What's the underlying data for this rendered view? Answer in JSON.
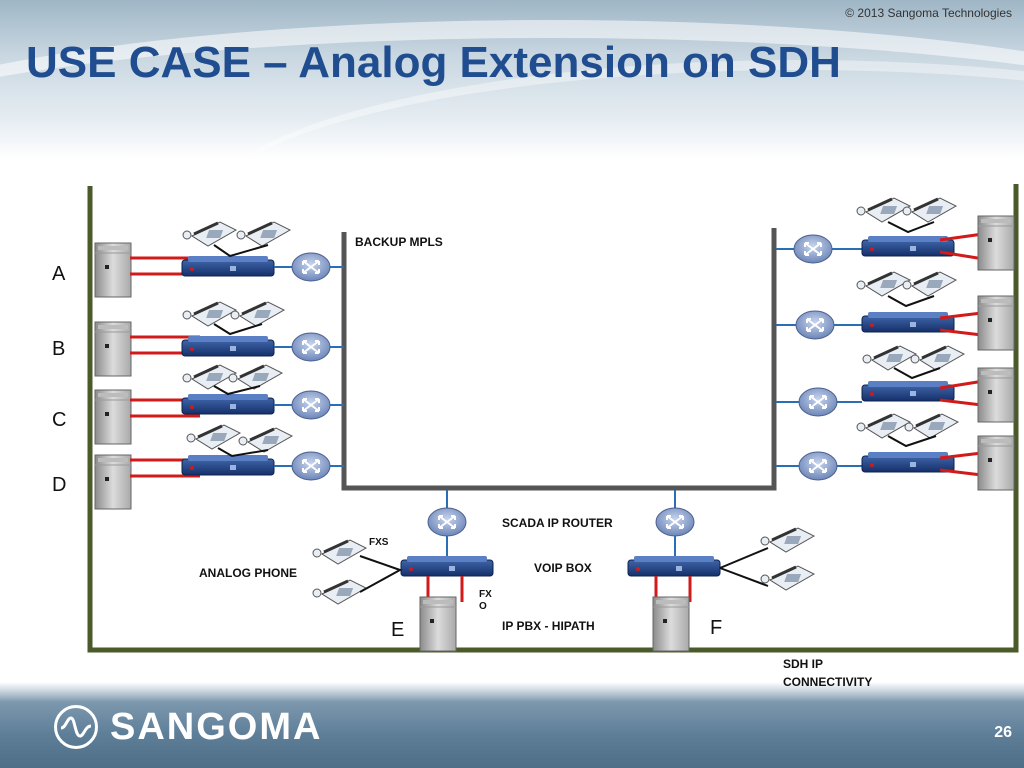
{
  "header": {
    "copyright": "© 2013 Sangoma Technologies",
    "title": "USE CASE – Analog Extension on SDH"
  },
  "diagram": {
    "site_labels": [
      "A",
      "B",
      "C",
      "D",
      "E",
      "F"
    ],
    "labels": {
      "backup_mpls": "BACKUP MPLS",
      "scada_ip_router": "SCADA IP ROUTER",
      "voip_box": "VOIP BOX",
      "ip_pbx": "IP PBX - HIPATH",
      "analog_phone": "ANALOG PHONE",
      "fxs": "FXS",
      "fxo_line1": "FX",
      "fxo_line2": "O",
      "sdh_line1": "SDH IP",
      "sdh_line2": "CONNECTIVITY"
    },
    "colors": {
      "sdh_border": "#4b5a2a",
      "mpls": "#555555",
      "pbx_link": "#d11a1a",
      "router_link": "#2a6fb3",
      "phone_link": "#111111"
    }
  },
  "footer": {
    "brand": "SANGOMA",
    "page_number": "26",
    "logo_icon": "sangoma-wave-icon"
  }
}
